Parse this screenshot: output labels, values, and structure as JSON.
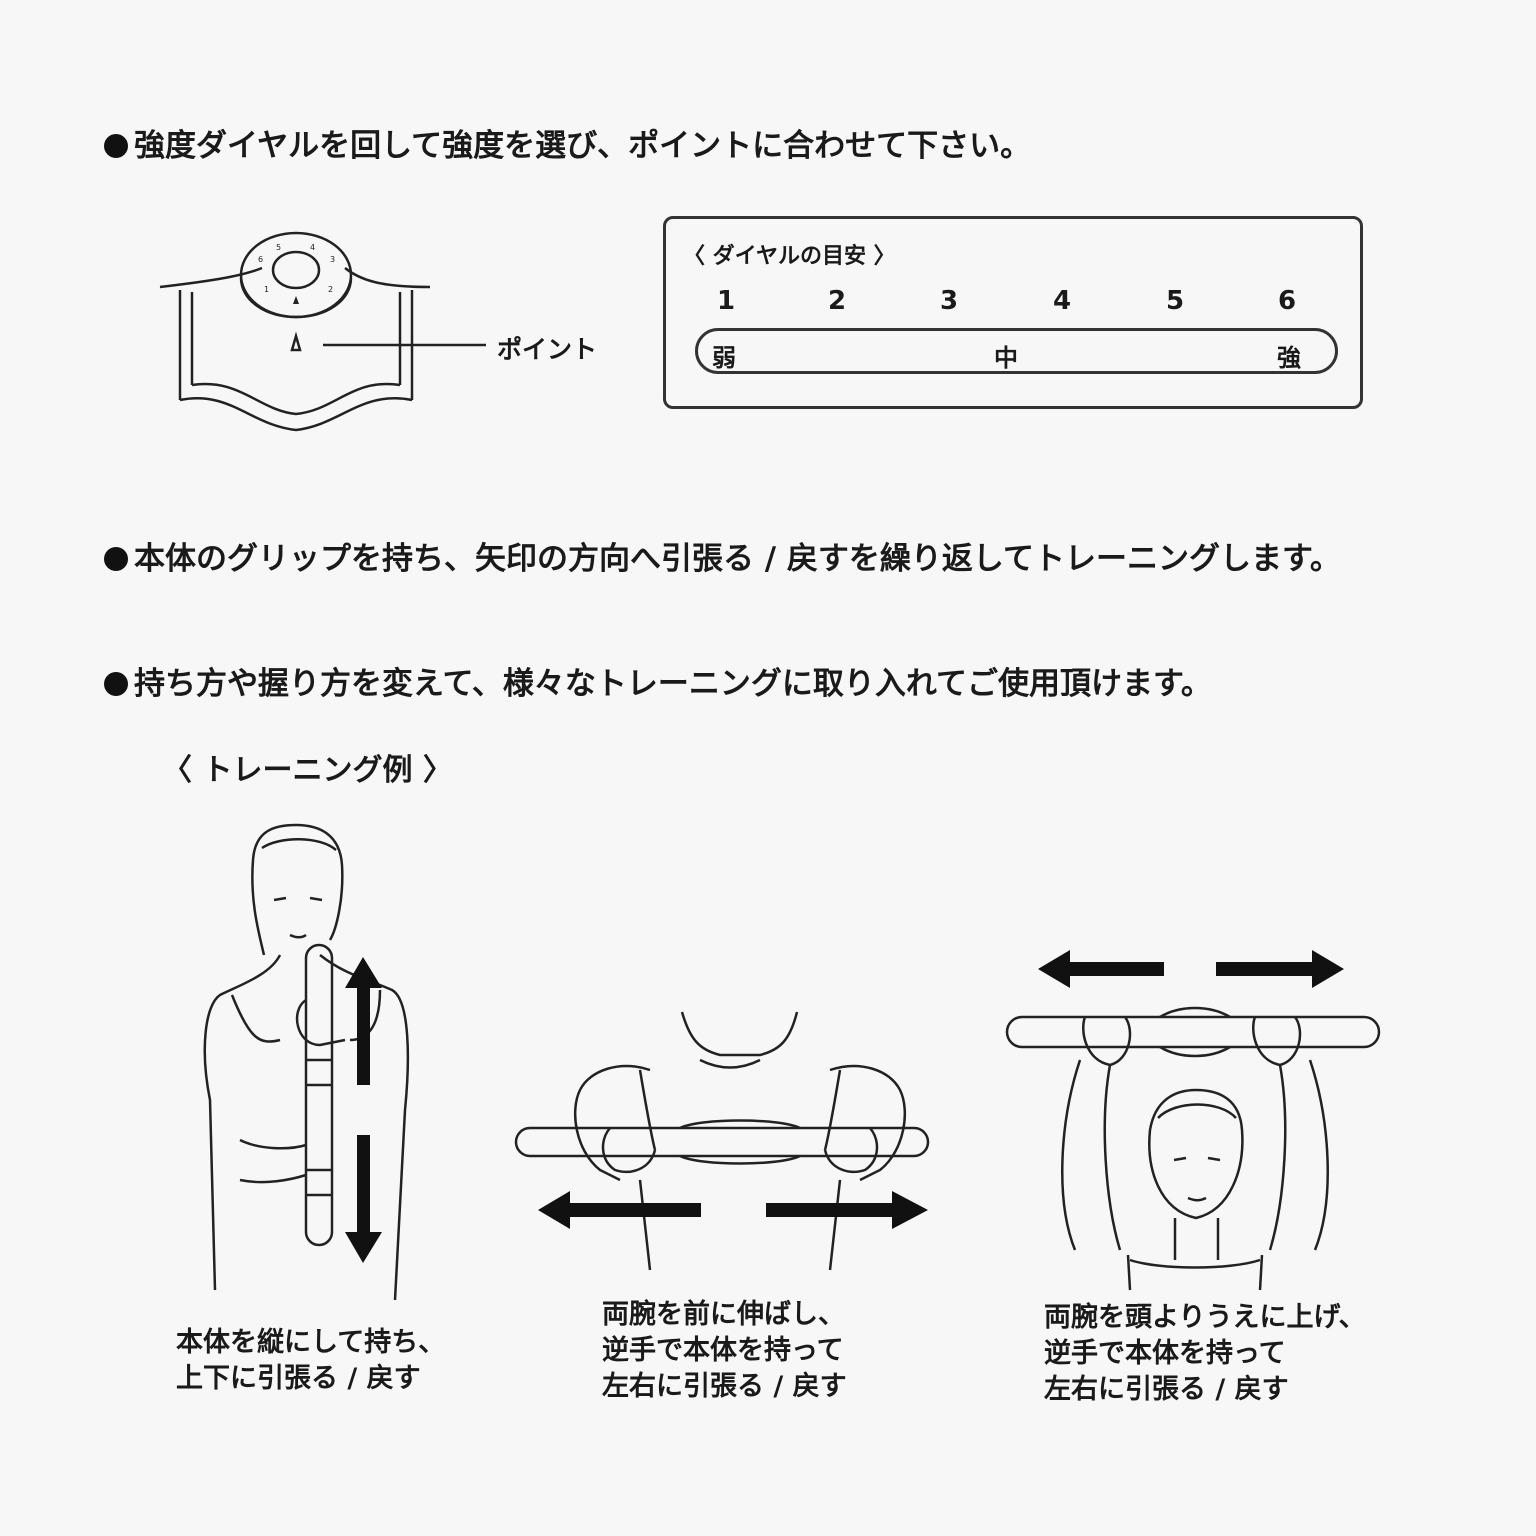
{
  "instruction1": "強度ダイヤルを回して強度を選び、ポイントに合わせて下さい。",
  "point_label": "ポイント",
  "dial_guide": {
    "title": "〈 ダイヤルの目安 〉",
    "numbers": [
      "1",
      "2",
      "3",
      "4",
      "5",
      "6"
    ],
    "levels": [
      "弱",
      "中",
      "強"
    ]
  },
  "instruction2": "本体のグリップを持ち、矢印の方向へ引張る / 戻すを繰り返してトレーニングします。",
  "instruction3": "持ち方や握り方を変えて、様々なトレーニングに取り入れてご使用頂けます。",
  "training_title": "〈 トレーニング例 〉",
  "examples": [
    {
      "line1": "本体を縦にして持ち、",
      "line2": "上下に引張る / 戻す"
    },
    {
      "line1": "両腕を前に伸ばし、",
      "line2": "逆手で本体を持って",
      "line3": "左右に引張る / 戻す"
    },
    {
      "line1": "両腕を頭よりうえに上げ、",
      "line2": "逆手で本体を持って",
      "line3": "左右に引張る / 戻す"
    }
  ]
}
